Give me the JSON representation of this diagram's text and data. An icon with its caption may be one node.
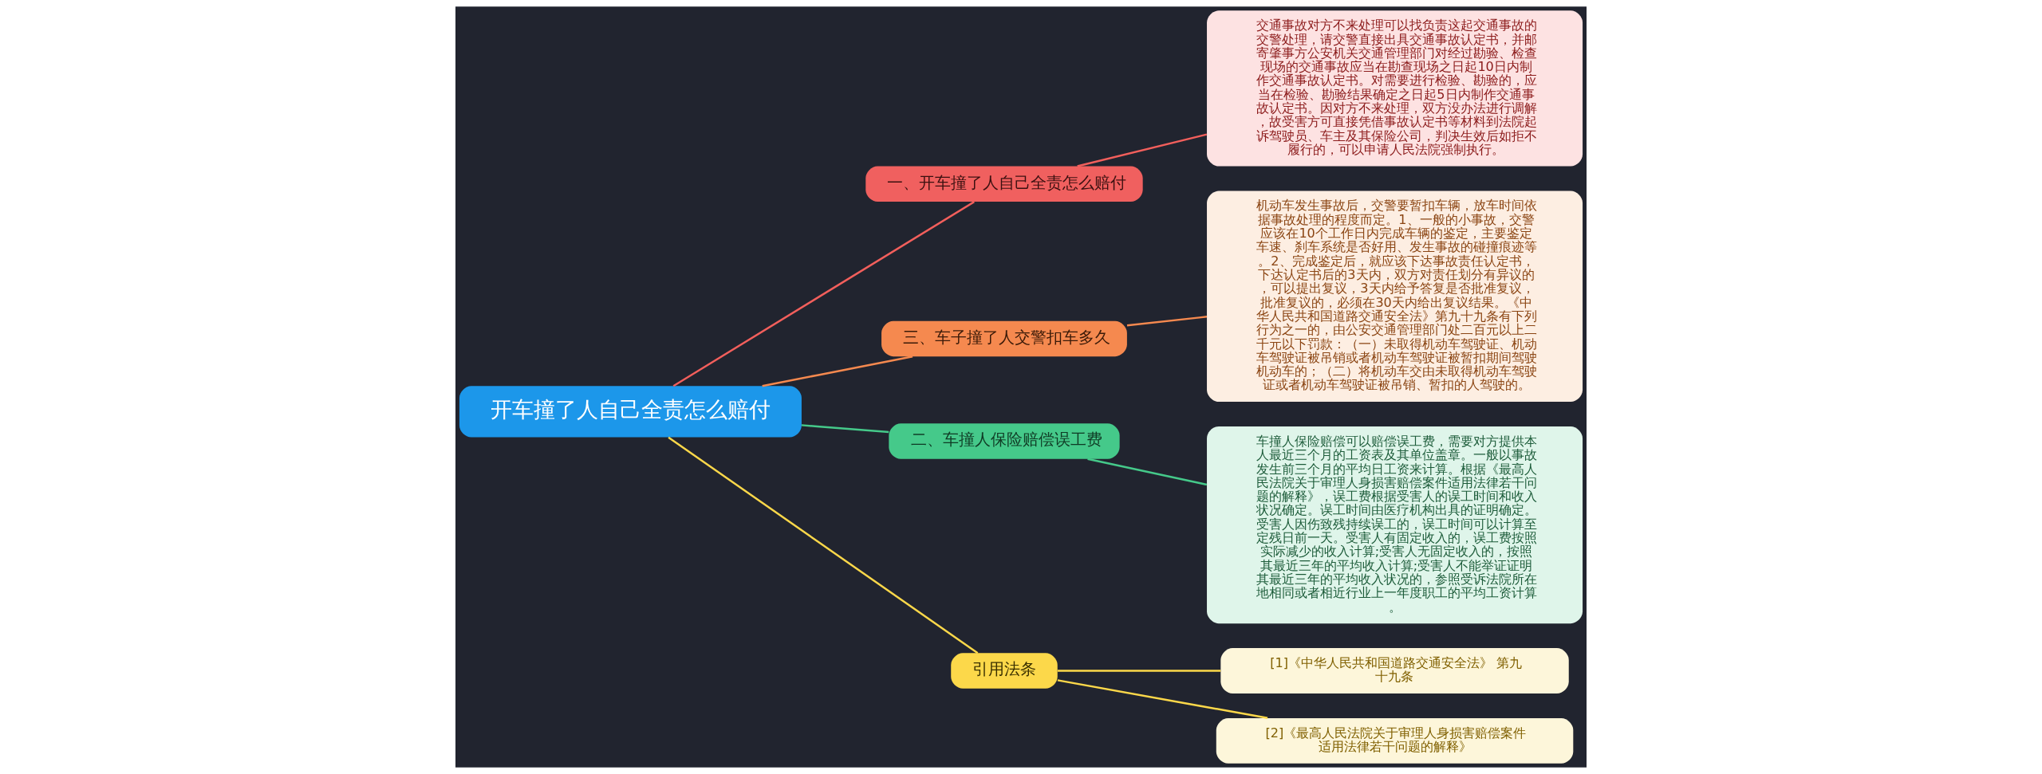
{
  "diagram": {
    "nodes": [
      {
        "text": [
          "开车撞了人自己全责怎么赔付"
        ]
      },
      {
        "text": [
          "一、开车撞了人自己全责怎么赔付"
        ]
      },
      {
        "text": [
          "交通事故对方不来处理可以找负责这起交通事故的交警处理，请交警直接出具交通事故认定书，并邮寄肇事方公安机关交通管理部门对经过勘验、检查现场的交通事故应当在勘查现场之日起10日内制作交通事故认定书。对需要进行检验、勘验的，应当在检验、勘验结果确定之日起5日内制作交通事故认定书。因对方不来处理，双方没办法进行调解，故受害方可直接凭借事故认定书等材料到法院起诉驾驶员、车主及其保险公司，判决生效后如拒不履行的，可以申请人民法院强制执行。"
        ]
      },
      {
        "text": [
          "三、车子撞了人交警扣车多久"
        ]
      },
      {
        "text": [
          "机动车发生事故后，交警要暂扣车辆，放车时间依据事故处理的程度而定。1、一般的小事故，交警应该在10个工作日内完成车辆的鉴定，主要鉴定车速、刹车系统是否好用、发生事故的碰撞痕迹等。2、完成鉴定后，就应该下达事故责任认定书，下达认定书后的3天内，双方对责任划分有异议的，可以提出复议，3天内给予答复是否批准复议，批准复议的，必须在30天内给出复议结果。《中华人民共和国道路交通安全法》第九十九条有下列行为之一的，由公安交通管理部门处二百元以上二千元以下罚款：（一）未取得机动车驾驶证、机动车驾驶证被吊销或者机动车驾驶证被暂扣期间驾驶机动车的；（二）将机动车交由未取得机动车驾驶证或者机动车驾驶证被吊销、暂扣的人驾驶的。"
        ]
      },
      {
        "text": [
          "二、车撞人保险赔偿误工费"
        ]
      },
      {
        "text": [
          "车撞人保险赔偿可以赔偿误工费，需要对方提供本人最近三个月的工资表及其单位盖章。一般以事故发生前三个月的平均日工资来计算。根据《最高人民法院关于审理人身损害赔偿案件适用法律若干问题的解释》，误工费根据受害人的误工时间和收入状况确定。误工时间由医疗机构出具的证明确定。受害人因伤致残持续误工的，误工时间可以计算至定残日前一天。受害人有固定收入的，误工费按照实际减少的收入计算;受害人无固定收入的，按照其最近三年的平均收入计算;受害人不能举证证明其最近三年的平均收入状况的，参照受诉法院所在地相同或者相近行业上一年度职工的平均工资计算。"
        ]
      },
      {
        "text": [
          "引用法条"
        ]
      },
      {
        "text": [
          "[1]《中华人民共和国道路交通安全法》 第九十九条"
        ]
      },
      {
        "text": [
          "[2]《最高人民法院关于审理人身损害赔偿案件适用法律若干问题的解释》"
        ]
      }
    ],
    "edges": [
      {
        "from": 0,
        "to": 1,
        "arrow": "none",
        "color": "#f25f5c"
      },
      {
        "from": 1,
        "to": 2,
        "arrow": "none",
        "color": "#f25f5c"
      },
      {
        "from": 0,
        "to": 3,
        "arrow": "none",
        "color": "#f5894f"
      },
      {
        "from": 3,
        "to": 4,
        "arrow": "none",
        "color": "#f5894f"
      },
      {
        "from": 0,
        "to": 5,
        "arrow": "none",
        "color": "#45c98a"
      },
      {
        "from": 5,
        "to": 6,
        "arrow": "none",
        "color": "#45c98a"
      },
      {
        "from": 0,
        "to": 7,
        "arrow": "none",
        "color": "#fcd84a"
      },
      {
        "from": 7,
        "to": 8,
        "arrow": "none",
        "color": "#fcd84a"
      },
      {
        "from": 7,
        "to": 9,
        "arrow": "none",
        "color": "#fcd84a"
      }
    ]
  }
}
